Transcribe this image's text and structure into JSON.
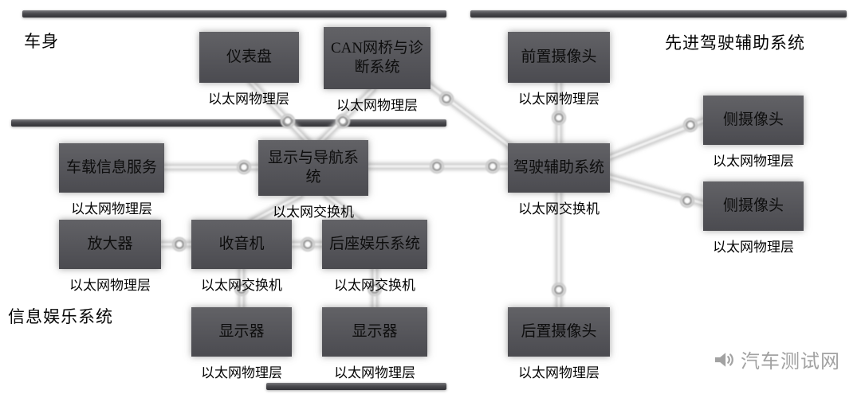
{
  "sections": {
    "vehicle_body": "车身",
    "adas": "先进驾驶辅助系统",
    "infotainment": "信息娱乐系统"
  },
  "boxes": [
    {
      "id": "instrument-cluster",
      "label": "仪表盘",
      "layer": "以太网物理层"
    },
    {
      "id": "can-bridge",
      "label": "CAN网桥与诊断系统",
      "layer": "以太网物理层"
    },
    {
      "id": "telematics",
      "label": "车载信息服务",
      "layer": "以太网物理层"
    },
    {
      "id": "display-nav",
      "label": "显示与导航系统",
      "layer": "以太网交换机"
    },
    {
      "id": "amplifier",
      "label": "放大器",
      "layer": "以太网物理层"
    },
    {
      "id": "radio",
      "label": "收音机",
      "layer": "以太网交换机"
    },
    {
      "id": "rear-seat-entertainment",
      "label": "后座娱乐系统",
      "layer": "以太网交换机"
    },
    {
      "id": "display-left",
      "label": "显示器",
      "layer": "以太网物理层"
    },
    {
      "id": "display-right",
      "label": "显示器",
      "layer": "以太网物理层"
    },
    {
      "id": "front-camera",
      "label": "前置摄像头",
      "layer": "以太网物理层"
    },
    {
      "id": "driver-assist",
      "label": "驾驶辅助系统",
      "layer": "以太网交换机"
    },
    {
      "id": "side-camera-top",
      "label": "侧摄像头",
      "layer": "以太网物理层"
    },
    {
      "id": "side-camera-bottom",
      "label": "侧摄像头",
      "layer": "以太网物理层"
    },
    {
      "id": "rear-camera",
      "label": "后置摄像头",
      "layer": "以太网物理层"
    }
  ],
  "diagram": {
    "edges": [
      [
        "instrument-cluster",
        "display-nav"
      ],
      [
        "can-bridge",
        "display-nav"
      ],
      [
        "can-bridge",
        "driver-assist"
      ],
      [
        "telematics",
        "display-nav"
      ],
      [
        "display-nav",
        "driver-assist"
      ],
      [
        "display-nav",
        "radio"
      ],
      [
        "display-nav",
        "rear-seat-entertainment"
      ],
      [
        "amplifier",
        "radio"
      ],
      [
        "radio",
        "rear-seat-entertainment"
      ],
      [
        "radio",
        "display-left"
      ],
      [
        "rear-seat-entertainment",
        "display-right"
      ],
      [
        "front-camera",
        "driver-assist"
      ],
      [
        "driver-assist",
        "side-camera-top"
      ],
      [
        "driver-assist",
        "side-camera-bottom"
      ],
      [
        "driver-assist",
        "rear-camera"
      ]
    ]
  },
  "colors": {
    "box": "#55555a",
    "bar": "#4a4a4e",
    "text": "#050505",
    "wire": "#c7c7c7",
    "watermark": "#a2a2a2"
  },
  "watermark": {
    "text": "汽车测试网"
  }
}
